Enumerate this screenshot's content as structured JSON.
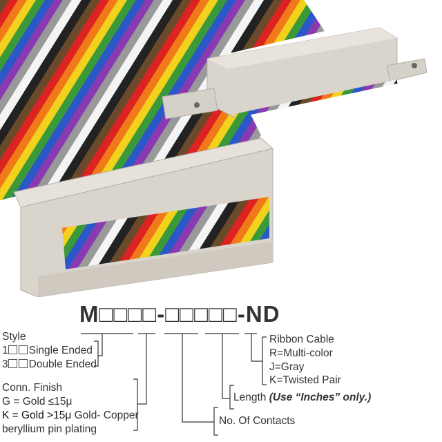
{
  "part_number": "M□□□□-□□□□□-ND",
  "style": {
    "title": "Style",
    "opt1_code": "1",
    "opt1": "Single Ended",
    "opt3_code": "3",
    "opt3": "Double Ended"
  },
  "finish": {
    "title": "Conn. Finish",
    "g": "G = Gold ≤15μ",
    "k_prefix": "K = Gold >15μ",
    "k_rest": " Gold- Copper",
    "k_line2": "beryllium pin plating"
  },
  "contacts": "No. Of Contacts",
  "length": {
    "label": "Length ",
    "note": "(Use “Inches” only.)"
  },
  "ribbon": {
    "title": "Ribbon Cable",
    "r": "R=Multi-color",
    "j": "J=Gray",
    "k": "K=Twisted Pair"
  },
  "colors": {
    "connector": "#d9d4cc",
    "text": "#333333"
  }
}
